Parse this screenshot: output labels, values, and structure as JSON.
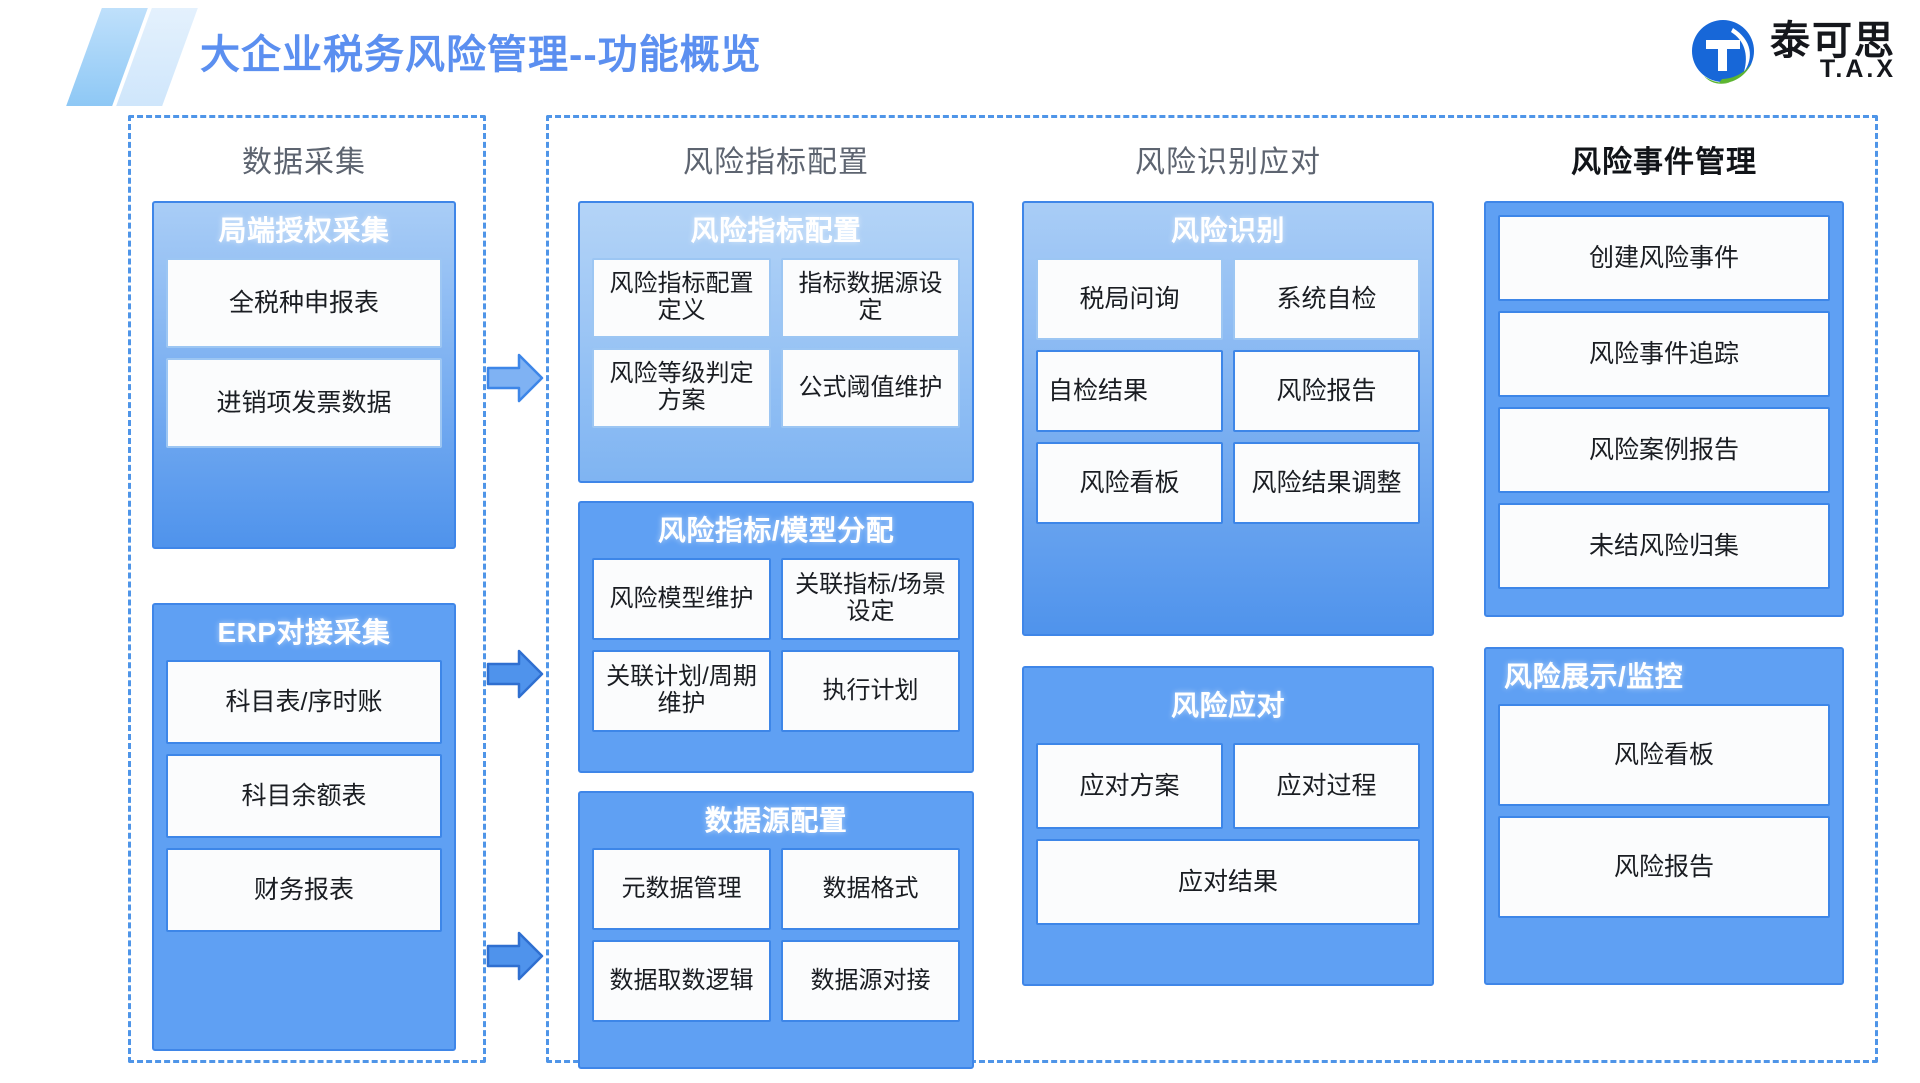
{
  "header": {
    "title": "大企业税务风险管理--功能概览",
    "brand_cn": "泰可思",
    "brand_en": "T.A.X",
    "logo_icon": "tax-circle-logo"
  },
  "colors": {
    "title_blue": "#5b8ff0",
    "box_border": "#3d86e8",
    "dashed_border": "#4f95e8",
    "group_fill": "#5b9bf0",
    "arrow_fill": "#6aa6f2",
    "column_title_gray": "#5d6470"
  },
  "columns": [
    {
      "id": "data-collection",
      "title": "数据采集",
      "emphasis": false,
      "groups": [
        {
          "id": "bureau-authorized-collection",
          "title": "局端授权采集",
          "items": [
            "全税种申报表",
            "进销项发票数据"
          ]
        },
        {
          "id": "erp-integration-collection",
          "title": "ERP对接采集",
          "items": [
            "科目表/序时账",
            "科目余额表",
            "财务报表"
          ]
        }
      ]
    },
    {
      "id": "risk-indicator-config",
      "title": "风险指标配置",
      "emphasis": false,
      "groups": [
        {
          "id": "risk-indicator-configuration",
          "title": "风险指标配置",
          "items": [
            "风险指标配置定义",
            "指标数据源设定",
            "风险等级判定方案",
            "公式阈值维护"
          ]
        },
        {
          "id": "risk-indicator-model-allocation",
          "title": "风险指标/模型分配",
          "items": [
            "风险模型维护",
            "关联指标/场景设定",
            "关联计划/周期维护",
            "执行计划"
          ]
        },
        {
          "id": "data-source-configuration",
          "title": "数据源配置",
          "items": [
            "元数据管理",
            "数据格式",
            "数据取数逻辑",
            "数据源对接"
          ]
        }
      ]
    },
    {
      "id": "risk-identification-response",
      "title": "风险识别应对",
      "emphasis": false,
      "groups": [
        {
          "id": "risk-identification",
          "title": "风险识别",
          "items": [
            "税局问询",
            "系统自检",
            "自检结果",
            "风险报告",
            "风险看板",
            "风险结果调整"
          ]
        },
        {
          "id": "risk-response",
          "title": "风险应对",
          "items": [
            "应对方案",
            "应对过程",
            "应对结果"
          ]
        }
      ]
    },
    {
      "id": "risk-event-management",
      "title": "风险事件管理",
      "emphasis": true,
      "groups": [
        {
          "id": "risk-event-list",
          "title": "",
          "items": [
            "创建风险事件",
            "风险事件追踪",
            "风险案例报告",
            "未结风险归集"
          ]
        },
        {
          "id": "risk-display-monitoring",
          "title": "风险展示/监控",
          "items": [
            "风险看板",
            "风险报告"
          ]
        }
      ]
    }
  ],
  "arrows": [
    {
      "id": "arrow-collect-to-indicator-top",
      "icon": "arrow-right-icon"
    },
    {
      "id": "arrow-collect-to-model-middle",
      "icon": "arrow-right-icon"
    },
    {
      "id": "arrow-collect-to-datasource-bottom",
      "icon": "arrow-right-icon"
    }
  ]
}
